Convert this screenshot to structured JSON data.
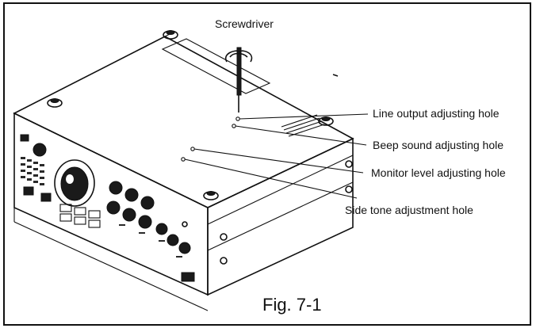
{
  "figure": {
    "caption": "Fig. 7-1",
    "labels": {
      "screwdriver": "Screwdriver",
      "line_output": "Line output adjusting hole",
      "beep_sound": "Beep sound adjusting hole",
      "monitor_level": "Monitor level adjusting hole",
      "side_tone": "Side tone adjustment hole"
    }
  }
}
